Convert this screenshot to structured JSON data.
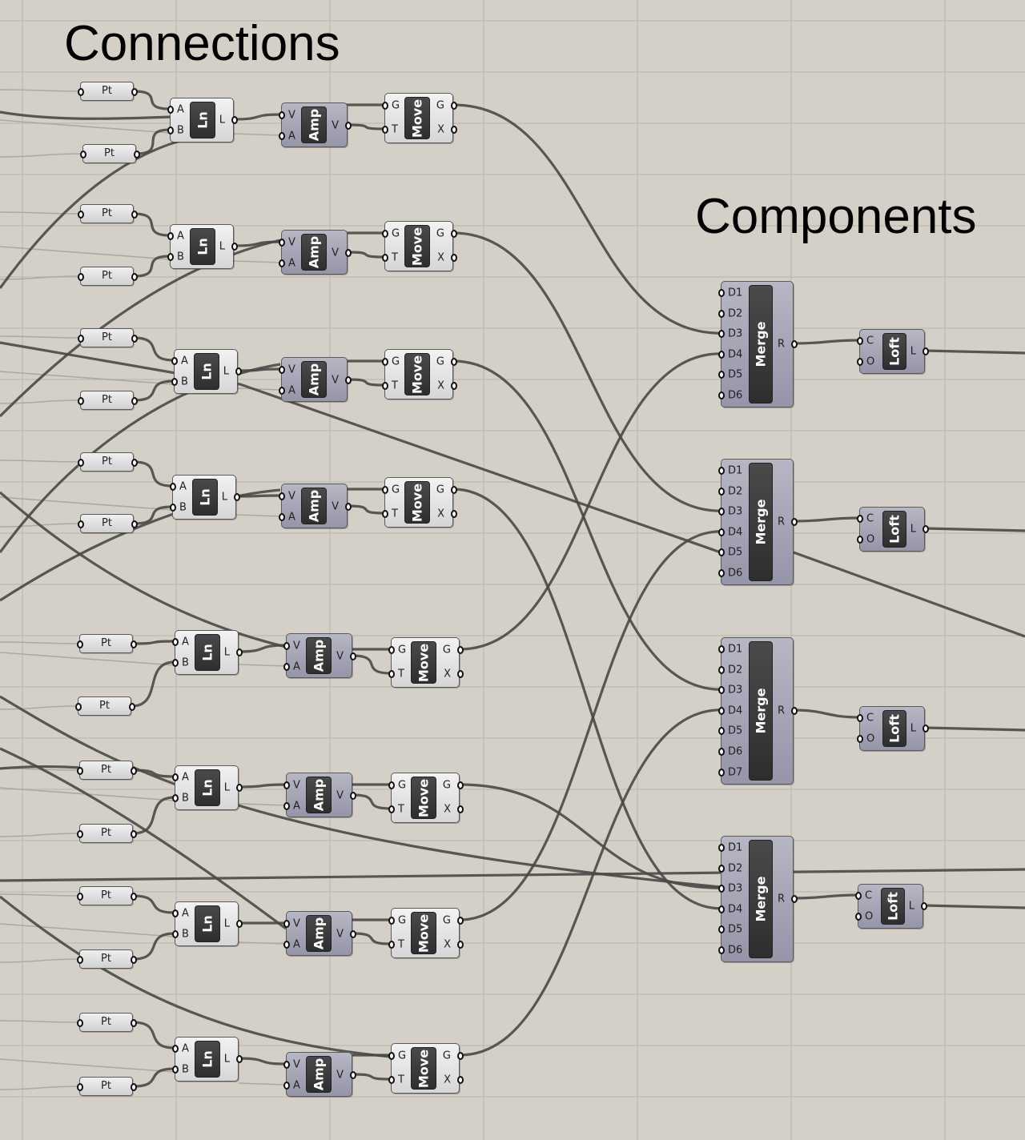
{
  "canvas": {
    "background": "#d4d0c8",
    "grid_color": "#b8b4ac",
    "wire_color": "#4a4846",
    "faint_wire_color": "#a8a49c"
  },
  "headings": {
    "connections": "Connections",
    "components": "Components"
  },
  "param_label": "Pt",
  "line_component": {
    "nickname": "Ln",
    "inputs": [
      "A",
      "B"
    ],
    "outputs": [
      "L"
    ]
  },
  "amp_component": {
    "nickname": "Amp",
    "inputs": [
      "V",
      "A"
    ],
    "outputs": [
      "V"
    ]
  },
  "move_component": {
    "nickname": "Move",
    "inputs": [
      "G",
      "T"
    ],
    "outputs": [
      "G",
      "X"
    ]
  },
  "merge_components": [
    {
      "nickname": "Merge",
      "inputs": [
        "D1",
        "D2",
        "D3",
        "D4",
        "D5",
        "D6"
      ],
      "outputs": [
        "R"
      ]
    },
    {
      "nickname": "Merge",
      "inputs": [
        "D1",
        "D2",
        "D3",
        "D4",
        "D5",
        "D6"
      ],
      "outputs": [
        "R"
      ]
    },
    {
      "nickname": "Merge",
      "inputs": [
        "D1",
        "D2",
        "D3",
        "D4",
        "D5",
        "D6",
        "D7"
      ],
      "outputs": [
        "R"
      ]
    },
    {
      "nickname": "Merge",
      "inputs": [
        "D1",
        "D2",
        "D3",
        "D4",
        "D5",
        "D6"
      ],
      "outputs": [
        "R"
      ]
    }
  ],
  "loft_component": {
    "nickname": "Loft",
    "inputs": [
      "C",
      "O"
    ],
    "outputs": [
      "L"
    ]
  },
  "row_count": 8
}
